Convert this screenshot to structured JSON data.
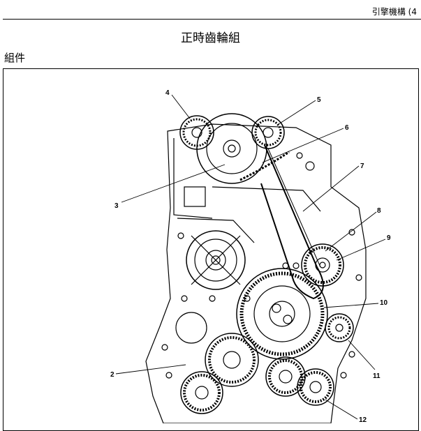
{
  "header": {
    "chapter": "引擎機構 (4"
  },
  "section": {
    "title": "正時齒輪組"
  },
  "subsection": {
    "title": "組件"
  },
  "figure": {
    "callouts": [
      "2",
      "3",
      "4",
      "5",
      "6",
      "7",
      "8",
      "9",
      "10",
      "11",
      "12"
    ]
  }
}
